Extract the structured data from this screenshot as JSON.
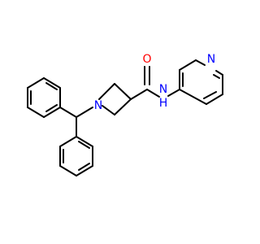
{
  "molecule": {
    "atoms": {
      "oxygen": "O",
      "amide_nitrogen": "N",
      "amide_hydrogen": "H",
      "azetidine_nitrogen": "N",
      "pyridine_nitrogen": "N"
    },
    "colors": {
      "bond": "#000000",
      "oxygen": "#ff0000",
      "nitrogen": "#0000ff"
    }
  }
}
